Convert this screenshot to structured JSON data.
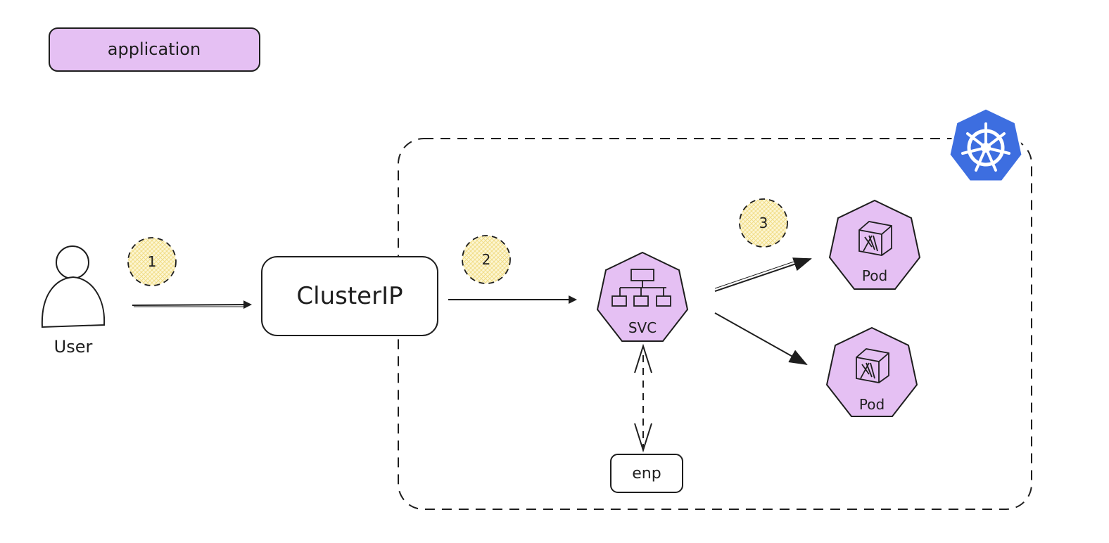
{
  "legend": {
    "label": "application",
    "color": "#e5c0f3"
  },
  "user": {
    "label": "User"
  },
  "clusterip": {
    "label": "ClusterIP"
  },
  "svc": {
    "label": "SVC"
  },
  "endpoint": {
    "label": "enp"
  },
  "pods": [
    {
      "label": "Pod"
    },
    {
      "label": "Pod"
    }
  ],
  "steps": [
    {
      "label": "1"
    },
    {
      "label": "2"
    },
    {
      "label": "3"
    }
  ],
  "icons": {
    "k8s": "kubernetes-helm-icon",
    "svc": "service-network-icon",
    "pod": "pod-cube-icon",
    "user": "user-icon"
  },
  "colors": {
    "app_fill": "#e5c0f3",
    "k8s_blue": "#3d6ee0",
    "step_fill": "#fdf3c3",
    "stroke": "#1e1e1e"
  }
}
